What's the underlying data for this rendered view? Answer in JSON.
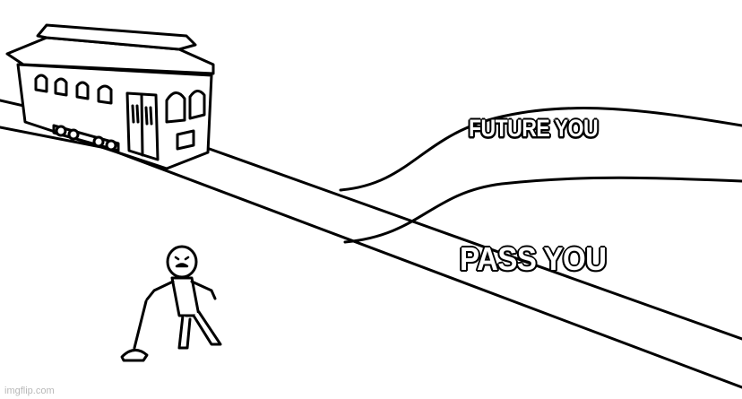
{
  "meme": {
    "top_caption": "FUTURE YOU",
    "bottom_caption": "PASS YOU"
  },
  "watermark": {
    "text": "imgflip.com"
  },
  "colors": {
    "background": "#ffffff",
    "line_art": "#000000",
    "caption_fill": "#ffffff",
    "caption_outline": "#000000",
    "watermark": "#b8b8b8"
  }
}
